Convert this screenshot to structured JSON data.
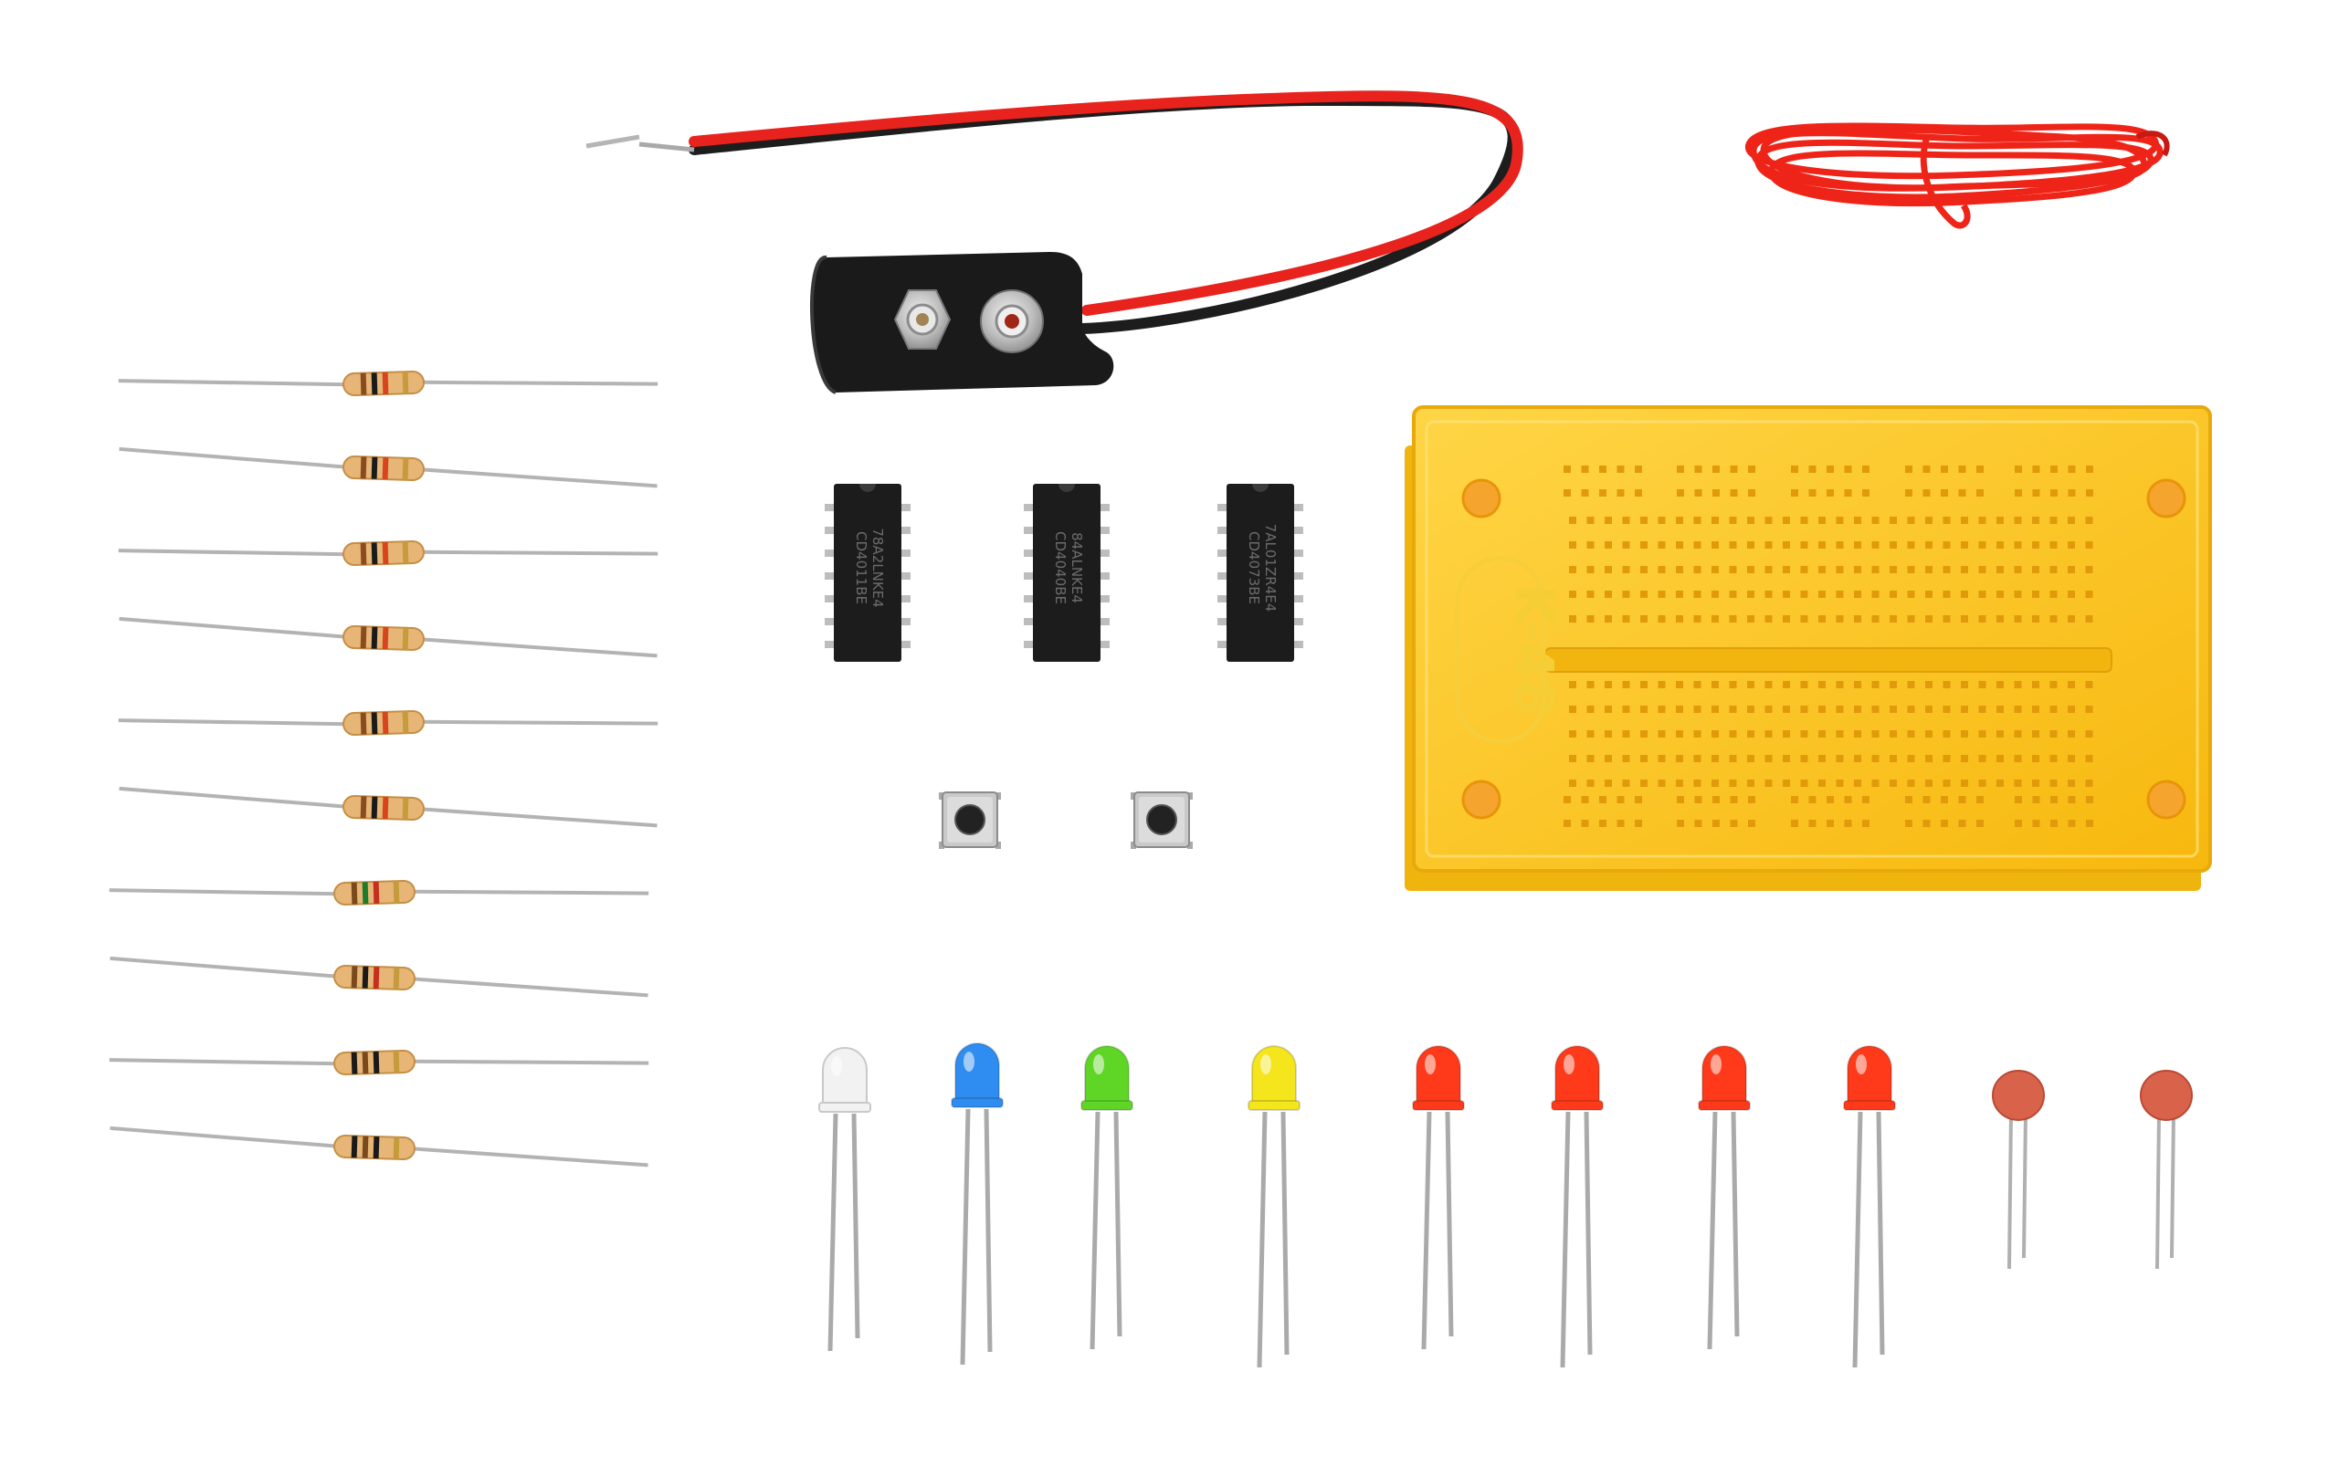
{
  "scene": {
    "background": "#ffffff",
    "kit_items": [
      "battery-snap-connector",
      "red-hookup-wire-coil",
      "resistor",
      "dip-ic",
      "tactile-push-button",
      "led",
      "ceramic-capacitor",
      "solderless-breadboard"
    ]
  },
  "battery_clip": {
    "wire_colors": [
      "#e8231d",
      "#1d1d1d"
    ],
    "body_color": "#1a1a1a"
  },
  "wire_coil": {
    "color": "#ef2418"
  },
  "resistors": {
    "count": 10,
    "body_color": "#e7b676",
    "band_colors": [
      [
        "#8a4b1f",
        "#1a1a1a",
        "#d6451d",
        "#c59b3b"
      ],
      [
        "#8a4b1f",
        "#1a1a1a",
        "#d6451d",
        "#c59b3b"
      ],
      [
        "#8a4b1f",
        "#1a1a1a",
        "#d6451d",
        "#c59b3b"
      ],
      [
        "#8a4b1f",
        "#1a1a1a",
        "#d6451d",
        "#c59b3b"
      ],
      [
        "#8a4b1f",
        "#1a1a1a",
        "#d6451d",
        "#c59b3b"
      ],
      [
        "#8a4b1f",
        "#1a1a1a",
        "#d6451d",
        "#c59b3b"
      ],
      [
        "#7a4a1e",
        "#1e7a2c",
        "#c62f1f",
        "#c59b3b"
      ],
      [
        "#7a4a1e",
        "#1a1a1a",
        "#c62f1f",
        "#c59b3b"
      ],
      [
        "#1a1a1a",
        "#7a4a1e",
        "#1a1a1a",
        "#c59b3b"
      ],
      [
        "#1a1a1a",
        "#7a4a1e",
        "#1a1a1a",
        "#c59b3b"
      ]
    ]
  },
  "ics": {
    "items": [
      {
        "line1": "78A2LNKE4",
        "line2": "CD4011BE"
      },
      {
        "line1": "84ALNKE4",
        "line2": "CD4040BE"
      },
      {
        "line1": "7AL01ZR4E4",
        "line2": "CD4073BE"
      }
    ]
  },
  "buttons": {
    "count": 2
  },
  "leds": {
    "colors": [
      "#f2f2f2",
      "#2f8cf0",
      "#5fd626",
      "#f4e51c",
      "#ff3a1a",
      "#ff3a1a",
      "#ff3a1a",
      "#ff3a1a"
    ]
  },
  "capacitors": {
    "count": 2,
    "color": "#d9624a"
  },
  "breadboard": {
    "color": "#ffc81e",
    "label": "K-48"
  }
}
